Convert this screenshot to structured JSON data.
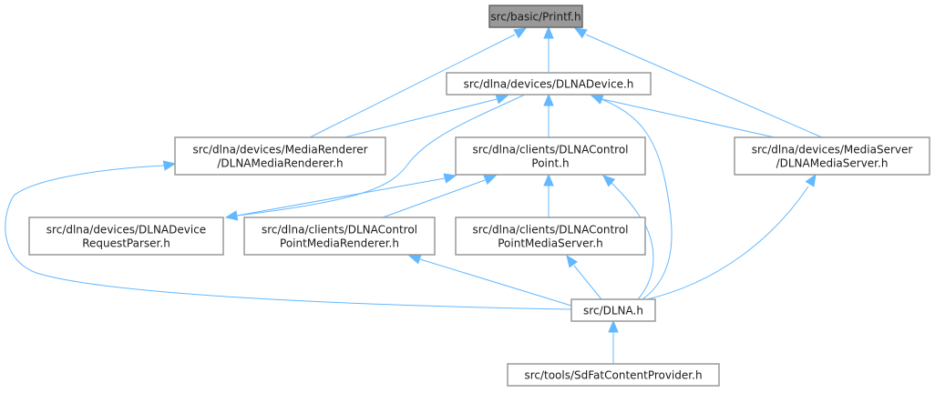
{
  "diagram": {
    "type": "include-dependency-graph",
    "colors": {
      "edge": "#63b8ff",
      "node_border": "#999999",
      "root_fill": "#999999",
      "node_fill": "#ffffff"
    },
    "nodes": [
      {
        "id": "printf",
        "lines": [
          "src/basic/Printf.h"
        ],
        "root": true
      },
      {
        "id": "dlnadevice",
        "lines": [
          "src/dlna/devices/DLNADevice.h"
        ]
      },
      {
        "id": "mediarenderer",
        "lines": [
          "src/dlna/devices/MediaRenderer",
          "/DLNAMediaRenderer.h"
        ]
      },
      {
        "id": "controlpoint",
        "lines": [
          "src/dlna/clients/DLNAControl",
          "Point.h"
        ]
      },
      {
        "id": "mediaserver",
        "lines": [
          "src/dlna/devices/MediaServer",
          "/DLNAMediaServer.h"
        ]
      },
      {
        "id": "requestparser",
        "lines": [
          "src/dlna/devices/DLNADevice",
          "RequestParser.h"
        ]
      },
      {
        "id": "cpmediarenderer",
        "lines": [
          "src/dlna/clients/DLNAControl",
          "PointMediaRenderer.h"
        ]
      },
      {
        "id": "cpmediaserver",
        "lines": [
          "src/dlna/clients/DLNAControl",
          "PointMediaServer.h"
        ]
      },
      {
        "id": "dlna",
        "lines": [
          "src/DLNA.h"
        ]
      },
      {
        "id": "sdfat",
        "lines": [
          "src/tools/SdFatContentProvider.h"
        ]
      }
    ],
    "edges": [
      {
        "from": "dlnadevice",
        "to": "printf"
      },
      {
        "from": "mediarenderer",
        "to": "printf"
      },
      {
        "from": "mediaserver",
        "to": "printf"
      },
      {
        "from": "mediarenderer",
        "to": "dlnadevice"
      },
      {
        "from": "controlpoint",
        "to": "dlnadevice"
      },
      {
        "from": "mediaserver",
        "to": "dlnadevice"
      },
      {
        "from": "requestparser",
        "to": "dlnadevice"
      },
      {
        "from": "dlna",
        "to": "dlnadevice"
      },
      {
        "from": "dlna",
        "to": "mediarenderer"
      },
      {
        "from": "requestparser",
        "to": "controlpoint"
      },
      {
        "from": "cpmediarenderer",
        "to": "controlpoint"
      },
      {
        "from": "cpmediaserver",
        "to": "controlpoint"
      },
      {
        "from": "dlna",
        "to": "controlpoint"
      },
      {
        "from": "dlna",
        "to": "mediaserver"
      },
      {
        "from": "dlna",
        "to": "cpmediarenderer"
      },
      {
        "from": "dlna",
        "to": "cpmediaserver"
      },
      {
        "from": "sdfat",
        "to": "dlna"
      }
    ]
  }
}
